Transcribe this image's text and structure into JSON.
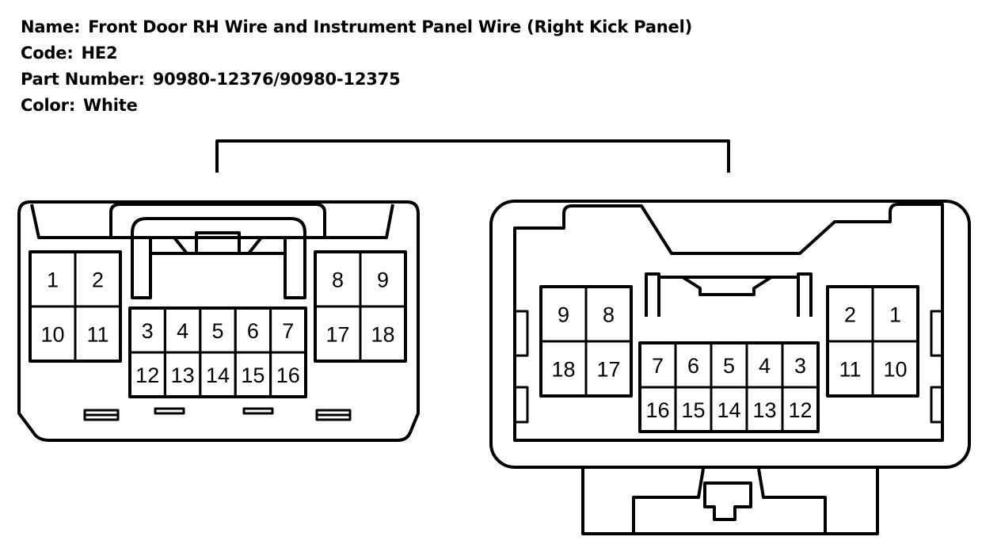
{
  "header": {
    "name_label": "Name:",
    "name_value": "Front Door RH Wire and Instrument Panel Wire (Right Kick Panel)",
    "code_label": "Code:",
    "code_value": "HE2",
    "part_label": "Part Number:",
    "part_value": "90980-12376/90980-12375",
    "color_label": "Color:",
    "color_value": "White"
  },
  "left_connector": {
    "pins": [
      "1",
      "2",
      "10",
      "11",
      "3",
      "4",
      "5",
      "6",
      "7",
      "12",
      "13",
      "14",
      "15",
      "16",
      "8",
      "9",
      "17",
      "18"
    ]
  },
  "right_connector": {
    "pins": [
      "9",
      "8",
      "18",
      "17",
      "7",
      "6",
      "5",
      "4",
      "3",
      "16",
      "15",
      "14",
      "13",
      "12",
      "2",
      "1",
      "11",
      "10"
    ]
  }
}
